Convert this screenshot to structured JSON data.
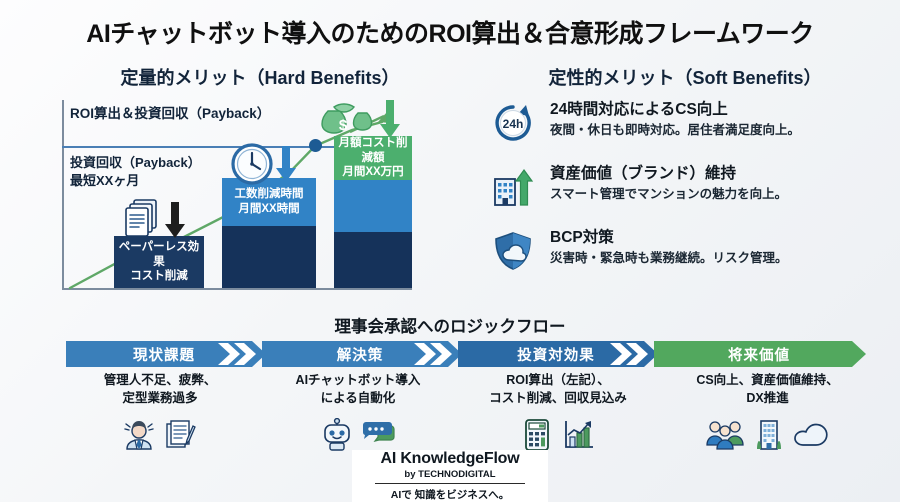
{
  "title": "AIチャットボット導入のためのROI算出＆合意形成フレームワーク",
  "hard": {
    "heading": "定量的メリット（Hard Benefits）",
    "axis_label_top": "ROI算出＆投資回収（Payback）",
    "axis_label_mid": "投資回収（Payback）\n最短XXヶ月",
    "axis_label_mid_l1": "投資回収（Payback）",
    "axis_label_mid_l2": "最短XXヶ月",
    "bars": [
      {
        "name": "paperless",
        "label_l1": "ペーパーレス効果",
        "label_l2": "コスト削減",
        "icon": "documents-icon"
      },
      {
        "name": "manhour",
        "label_l1": "工数削減時間",
        "label_l2": "月間XX時間",
        "icon": "clock-icon"
      },
      {
        "name": "cost",
        "label_l1": "月額コスト削減額",
        "label_l2": "月間XX万円",
        "icon": "moneybag-icon"
      }
    ]
  },
  "soft": {
    "heading": "定性的メリット（Soft Benefits）",
    "items": [
      {
        "icon": "24h-clock-icon",
        "title": "24時間対応によるCS向上",
        "desc": "夜間・休日も即時対応。居住者満足度向上。"
      },
      {
        "icon": "building-uparrow-icon",
        "title": "資産価値（ブランド）維持",
        "desc": "スマート管理でマンションの魅力を向上。"
      },
      {
        "icon": "shield-cloud-icon",
        "title": "BCP対策",
        "desc": "災害時・緊急時も業務継続。リスク管理。"
      }
    ]
  },
  "flow": {
    "heading": "理事会承認へのロジックフロー",
    "steps": [
      {
        "label": "現状課題",
        "caption_l1": "管理人不足、疲弊、",
        "caption_l2": "定型業務過多",
        "icons": [
          "stressed-person-icon",
          "document-pen-icon"
        ]
      },
      {
        "label": "解決策",
        "caption_l1": "AIチャットボット導入",
        "caption_l2": "による自動化",
        "icons": [
          "robot-icon",
          "chat-bubbles-icon"
        ]
      },
      {
        "label": "投資対効果",
        "caption_l1": "ROI算出（左記）、",
        "caption_l2": "コスト削減、回収見込み",
        "icons": [
          "calculator-icon",
          "growth-chart-icon"
        ]
      },
      {
        "label": "将来価値",
        "caption_l1": "CS向上、資産価値維持、",
        "caption_l2": "DX推進",
        "icons": [
          "people-group-icon",
          "building-icon",
          "cloud-icon"
        ]
      }
    ]
  },
  "footer": {
    "brand": "AI KnowledgeFlow",
    "by": "by TECHNODIGITAL",
    "tagline": "AIで 知識をビジネスへ。"
  },
  "colors": {
    "navy": "#1b3a63",
    "deep_navy": "#15325a",
    "blue": "#2d7cc4",
    "mid_blue": "#3183c6",
    "green": "#4caf6e",
    "step_blue": "#3a7fba",
    "step_blue_dark": "#2b6aa5",
    "step_green": "#52a85e",
    "trend_green": "#5fa867"
  }
}
